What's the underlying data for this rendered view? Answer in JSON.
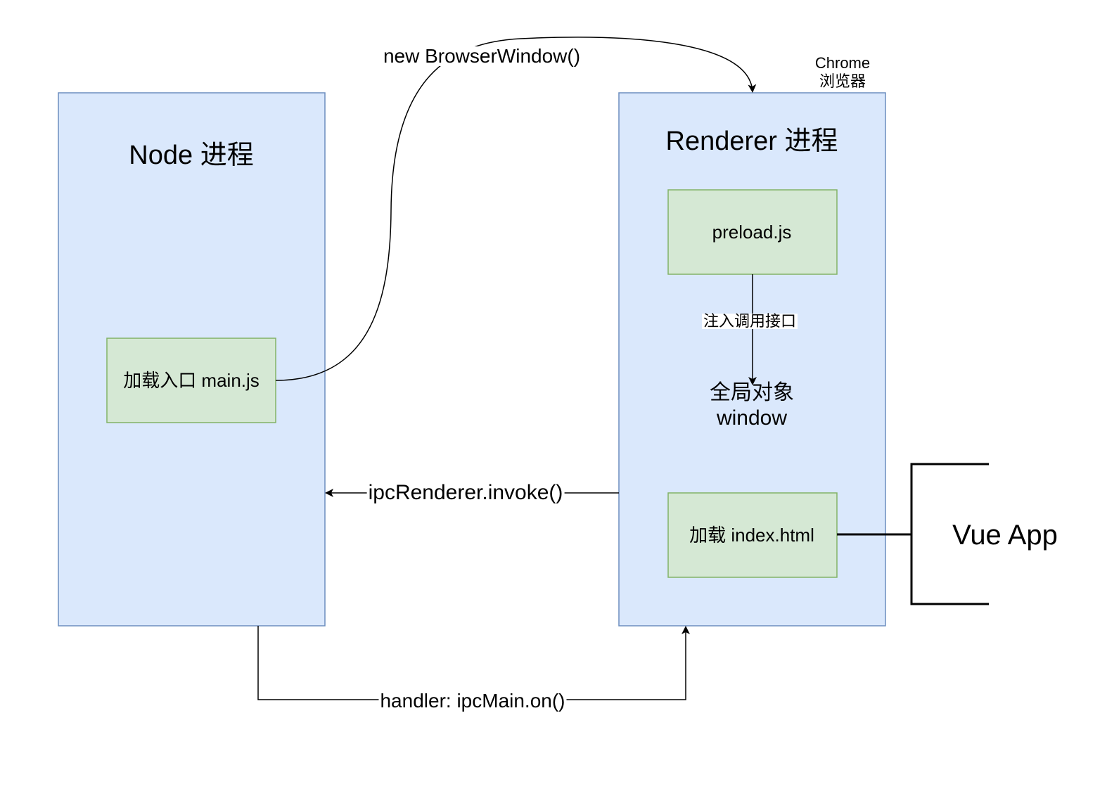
{
  "colors": {
    "process_fill": "#dae8fc",
    "process_stroke": "#6c8ebf",
    "module_fill": "#d5e8d4",
    "module_stroke": "#82b366",
    "line": "#000000"
  },
  "node_process": {
    "title": "Node 进程",
    "main_module": "加载入口 main.js"
  },
  "renderer_process": {
    "title": "Renderer 进程",
    "browser_label_line1": "Chrome",
    "browser_label_line2": "浏览器",
    "preload_module": "preload.js",
    "inject_label": "注入调用接口",
    "global_object_line1": "全局对象",
    "global_object_line2": "window",
    "index_module": "加载 index.html"
  },
  "vue_app": {
    "label": "Vue App"
  },
  "edges": {
    "create_window": "new BrowserWindow()",
    "invoke": "ipcRenderer.invoke()",
    "handler": "handler: ipcMain.on()"
  }
}
